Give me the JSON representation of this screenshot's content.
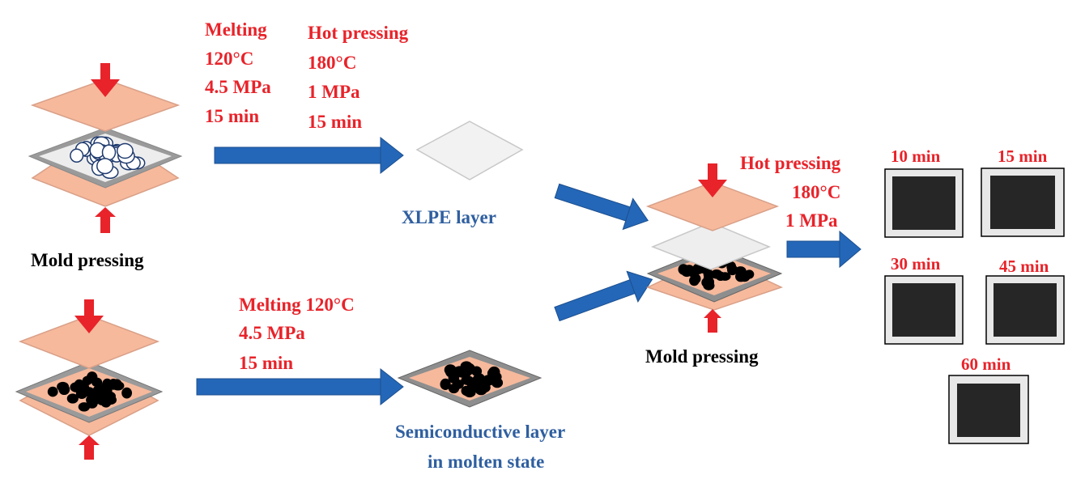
{
  "top_step": {
    "melting": [
      "Melting",
      "120°C",
      "4.5 MPa",
      "15 min"
    ],
    "hot_pressing": [
      "Hot pressing",
      "180°C",
      "1 MPa",
      "15 min"
    ],
    "product_label": "XLPE layer",
    "mold_label": "Mold pressing"
  },
  "bottom_step": {
    "melting": [
      "Melting 120°C",
      "4.5 MPa",
      "15 min"
    ],
    "product_label_line1": "Semiconductive layer",
    "product_label_line2": "in molten state"
  },
  "combine_step": {
    "hot_pressing": [
      "Hot pressing",
      "180°C",
      "1 MPa"
    ],
    "mold_label": "Mold pressing"
  },
  "samples": [
    "10 min",
    "15 min",
    "30 min",
    "45 min",
    "60 min"
  ],
  "colors": {
    "plate": "#f6b99c",
    "plate_edge": "#d9a088",
    "arrow_red": "#e8232a",
    "arrow_blue": "#2467b8",
    "label_blue": "#2f5fa0",
    "sample_fill": "#262626",
    "sample_frame": "#e8e8e8"
  }
}
